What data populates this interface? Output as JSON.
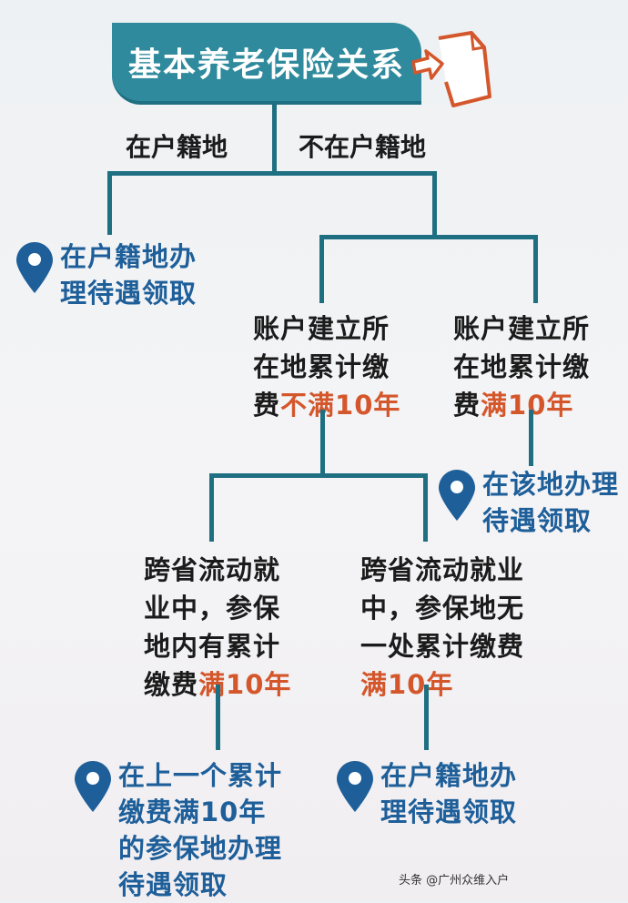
{
  "title": "基本养老保险关系",
  "branches": {
    "left_label": "在户籍地",
    "right_label": "不在户籍地"
  },
  "nodes": {
    "result_hukou_top": {
      "lines": [
        "在户籍地办",
        "理待遇领取"
      ]
    },
    "cond_less_10": {
      "line1": "账户建立所",
      "line2": "在地累计缴",
      "line3_prefix": "费",
      "line3_highlight": "不满10年"
    },
    "cond_full_10": {
      "line1": "账户建立所",
      "line2": "在地累计缴",
      "line3_prefix": "费",
      "line3_highlight": "满10年"
    },
    "result_local": {
      "lines": [
        "在该地办理",
        "待遇领取"
      ]
    },
    "cond_cross_has": {
      "line1": "跨省流动就",
      "line2": "业中，参保",
      "line3": "地内有累计",
      "line4_prefix": "缴费",
      "line4_highlight": "满10年"
    },
    "cond_cross_none": {
      "line1": "跨省流动就业",
      "line2": "中，参保地无",
      "line3": "一处累计缴费",
      "line4_highlight": "满10年"
    },
    "result_last_place": {
      "lines": [
        "在上一个累计",
        "缴费满10年",
        "的参保地办理",
        "待遇领取"
      ]
    },
    "result_hukou_bottom": {
      "lines": [
        "在户籍地办",
        "理待遇领取"
      ]
    }
  },
  "footer": {
    "watermark": "头条 @广州众维入户"
  },
  "icons": {
    "pin": "map-pin-icon",
    "document": "document-arrow-icon"
  },
  "colors": {
    "teal": "#2e8a9c",
    "line": "#1f6f82",
    "blue_text": "#1e5f9a",
    "highlight": "#d4572c"
  }
}
